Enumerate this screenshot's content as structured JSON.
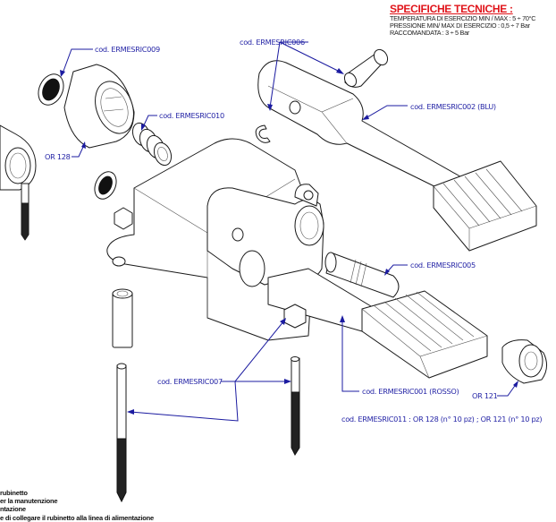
{
  "specs": {
    "title": "SPECIFICHE TECNICHE :",
    "lines": [
      "TEMPERATURA DI ESERCIZIO MIN / MAX : 5 ÷ 70°C",
      "PRESSIONE MIN/ MAX DI ESERCIZIO : 0,5 ÷ 7 Bar",
      "RACCOMANDATA : 3 ÷ 5 Bar"
    ]
  },
  "labels": {
    "cod006": "cod. ERMESRIC006",
    "cod009": "cod. ERMESRIC009",
    "cod010": "cod. ERMESRIC010",
    "or128": "OR 128",
    "cod002": "cod. ERMESRIC002 (BLU)",
    "cod005": "cod. ERMESRIC005",
    "cod007": "cod. ERMESRIC007",
    "cod001": "cod. ERMESRIC001 (ROSSO)",
    "or121": "OR 121",
    "cod011": "cod. ERMESRIC011 : OR 128 (n° 10 pz) ; OR 121 (n° 10 pz)"
  },
  "notes": [
    "rubinetto",
    "er la manutenzione",
    "ntazione",
    "e di collegare il rubinetto alla linea di alimentazione"
  ],
  "colors": {
    "spec_title": "#e0141a",
    "callout": "#2424a6",
    "line": "#1a1a1a"
  }
}
